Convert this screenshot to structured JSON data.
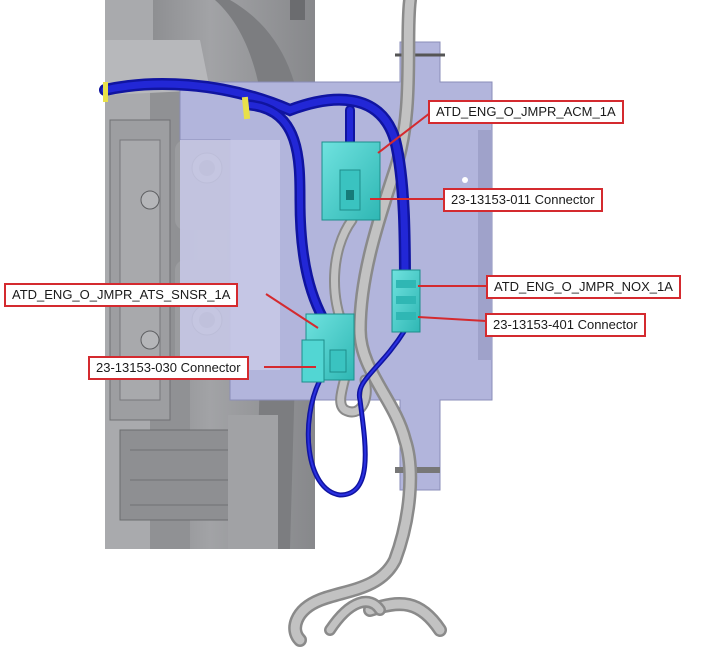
{
  "colors": {
    "callout_border": "#d42a2f",
    "leader_line": "#d42a2f",
    "blue_harness": "#1a1fc4",
    "connector": "#45d2cf",
    "gray_cable": "#a7a7a7",
    "bracket": "#b3b6dc",
    "engine": "#8f9093"
  },
  "callouts": {
    "acm_jumper": "ATD_ENG_O_JMPR_ACM_1A",
    "acm_connector": "23-13153-011 Connector",
    "nox_jumper": "ATD_ENG_O_JMPR_NOX_1A",
    "nox_connector": "23-13153-401 Connector",
    "ats_sensor_jumper": "ATD_ENG_O_JMPR_ATS_SNSR_1A",
    "ats_connector": "23-13153-030 Connector"
  }
}
